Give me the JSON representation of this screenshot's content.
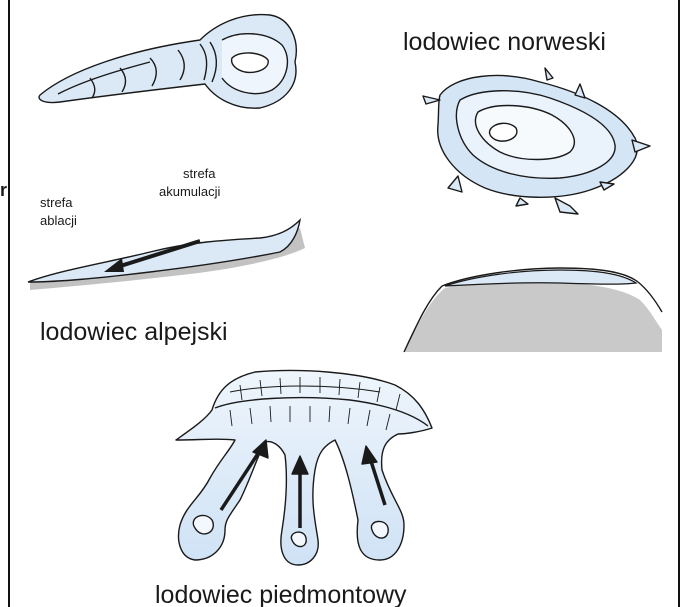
{
  "labels": {
    "norwegian": "lodowiec norweski",
    "alpine": "lodowiec alpejski",
    "piedmont": "lodowiec piedmontowy",
    "accumulation_line1": "strefa",
    "accumulation_line2": "akumulacji",
    "ablation_line1": "strefa",
    "ablation_line2": "ablacji",
    "edge_mark": "r"
  },
  "colors": {
    "ice": "#d6e6f6",
    "ice_light": "#edf4fb",
    "outline": "#1a1a1a",
    "ground": "#bdbdbd"
  }
}
